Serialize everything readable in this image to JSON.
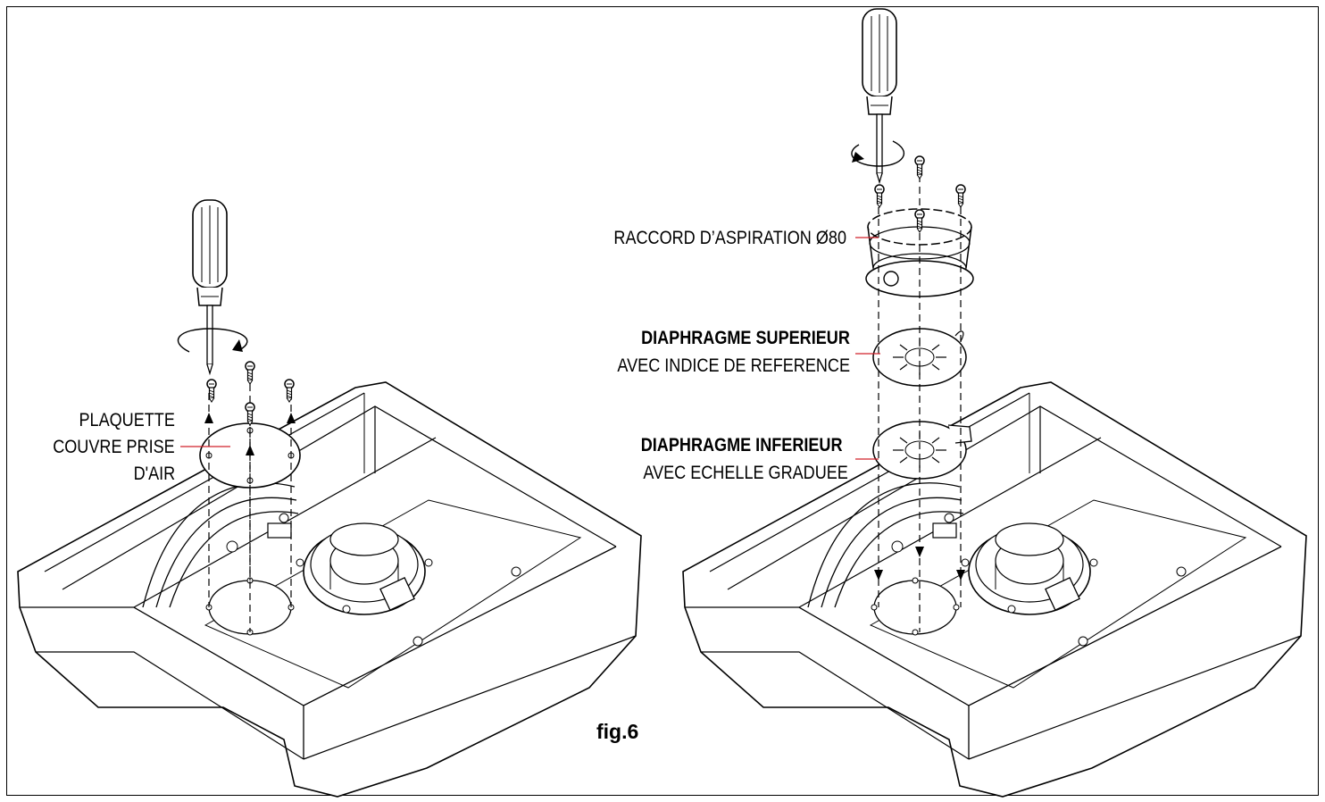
{
  "figure": {
    "caption": "fig.6"
  },
  "left_panel": {
    "callout": {
      "line1": "PLAQUETTE",
      "line2": "COUVRE PRISE",
      "line3": "D'AIR"
    }
  },
  "right_panel": {
    "callout_connector": "RACCORD D’ASPIRATION Ø80",
    "callout_upper": {
      "title": "DIAPHRAGME SUPERIEUR",
      "subtitle": "AVEC INDICE DE REFERENCE"
    },
    "callout_lower": {
      "title": "DIAPHRAGME INFERIEUR",
      "subtitle": "AVEC ECHELLE GRADUEE"
    }
  },
  "colors": {
    "line": "#000000",
    "leader": "#d0202a",
    "background": "#ffffff"
  },
  "icons": [
    "screwdriver-icon",
    "screw-icon",
    "arrow-up-icon",
    "arrow-down-icon",
    "rotation-arrow-icon"
  ]
}
